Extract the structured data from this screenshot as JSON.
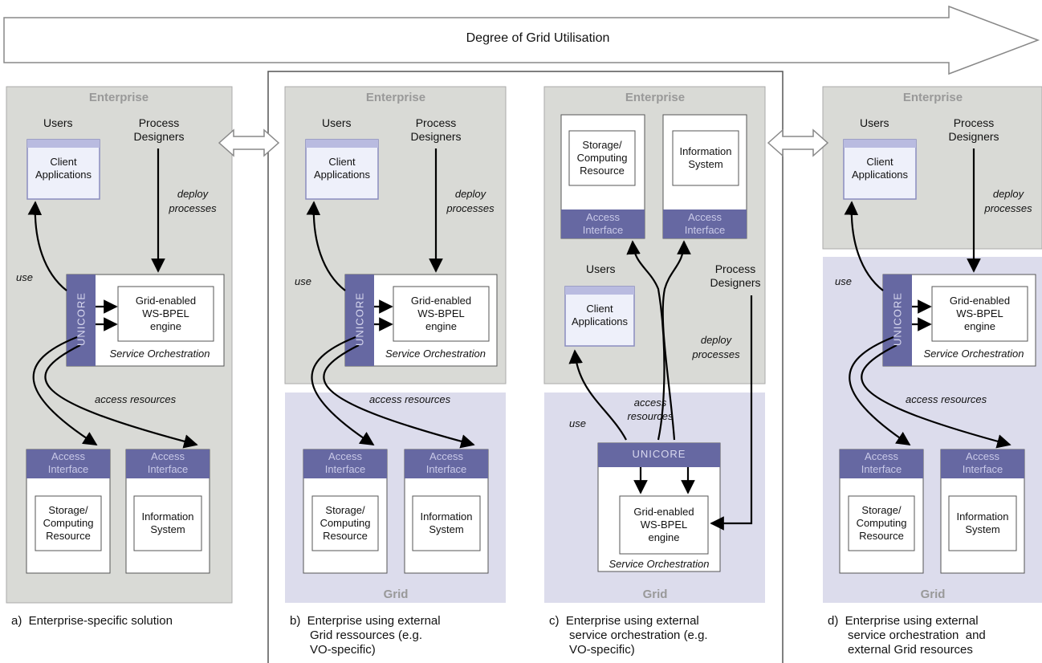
{
  "banner": "Degree of Grid Utilisation",
  "labels": {
    "enterprise": "Enterprise",
    "grid": "Grid",
    "users": "Users",
    "process_designers": "Process\nDesigners",
    "client_applications": "Client\nApplications",
    "deploy_processes": "deploy\nprocesses",
    "use": "use",
    "unicore": "UNICORE",
    "engine": "Grid-enabled\nWS-BPEL\nengine",
    "service_orchestration": "Service Orchestration",
    "access_resources": "access resources",
    "access_resources_wrapped": "access\nresources",
    "access_interface": "Access\nInterface",
    "storage": "Storage/\nComputing\nResource",
    "information_system": "Information\nSystem"
  },
  "captions": {
    "a": "a)  Enterprise-specific solution",
    "b": "b)  Enterprise using external\n      Grid ressources (e.g.\n      VO-specific)",
    "c": "c)  Enterprise using external\n      service orchestration (e.g.\n      VO-specific)",
    "d": "d)  Enterprise using external\n      service orchestration  and\n      external Grid resources"
  },
  "colors": {
    "enterprise_bg": "#d9dad6",
    "grid_bg": "#dcdcec",
    "access_header": "#6668a2",
    "access_text": "#c9c9e8",
    "label_gray": "#999999"
  }
}
